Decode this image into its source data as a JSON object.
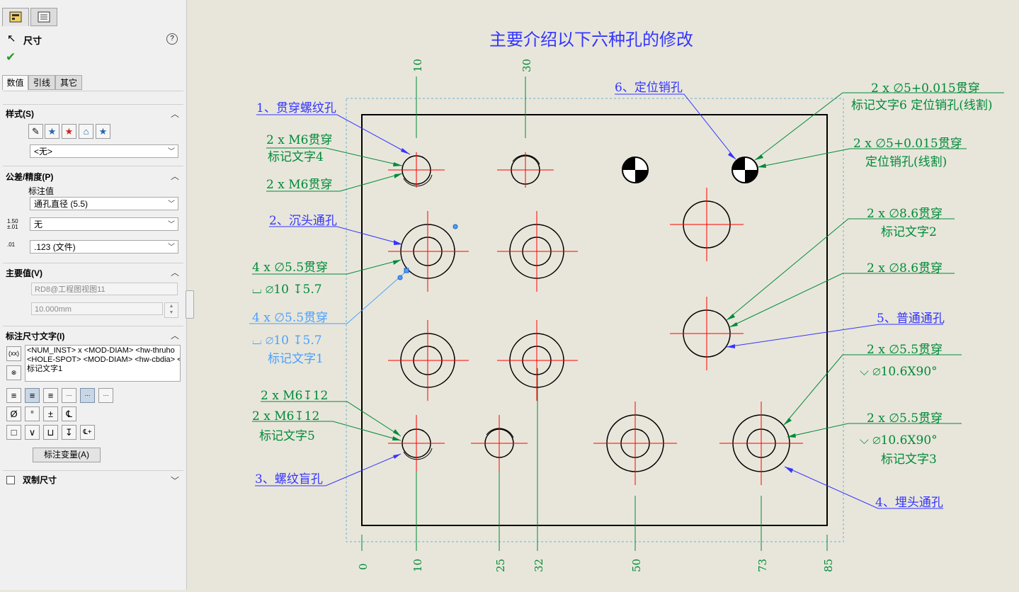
{
  "panel": {
    "title": "尺寸",
    "help_icon": "help-circle-icon",
    "confirm_icon": "checkmark-icon",
    "subtabs": [
      "数值",
      "引线",
      "其它"
    ],
    "style_section": {
      "title": "样式(S)",
      "select": "<无>"
    },
    "tolerance_section": {
      "title": "公差/精度(P)",
      "label": "标注值",
      "callout_select": "通孔直径 (5.5)",
      "tolerance_select": "无",
      "precision_select": ".123 (文件)",
      "tol_icon_text": "1.50",
      "tol_icon_sub": "±.01",
      "prec_icon_text": ".01"
    },
    "primary_section": {
      "title": "主要值(V)",
      "reference": "RD8@工程图视图11",
      "value": "10.000mm"
    },
    "dimtext_section": {
      "title": "标注尺寸文字(I)",
      "lines": [
        "<NUM_INST> x <MOD-DIAM> <hw-thruho",
        "<HOLE-SPOT> <MOD-DIAM> <hw-cbdia> <",
        "标记文字1"
      ]
    },
    "symbols_row1": [
      "Ø",
      "°",
      "±",
      "℄"
    ],
    "symbols_row2": [
      "□",
      "∨",
      "⊔",
      "↧",
      "℄+"
    ],
    "variables_button": "标注变量(A)",
    "dual_dimension": "双制尺寸"
  },
  "drawing": {
    "title": "主要介绍以下六种孔的修改",
    "top_dims": [
      "10",
      "30"
    ],
    "bottom_dims": [
      "0",
      "10",
      "25",
      "32",
      "50",
      "73",
      "85"
    ],
    "labels": {
      "l1": "1、贯穿螺纹孔",
      "l1_callout_a": "2 x M6贯穿",
      "l1_callout_a2": "标记文字4",
      "l1_callout_b": "2 x M6贯穿",
      "l2": "2、沉头通孔",
      "l2_callout_a": "4 x ∅5.5贯穿",
      "l2_callout_a2": "⌴ ∅10 ↧5.7",
      "l2_callout_b": "4 x ∅5.5贯穿",
      "l2_callout_b2": "⌴ ∅10 ↧5.7",
      "l2_callout_b3": "标记文字1",
      "l3_callout_a": "2 x M6↧12",
      "l3_callout_b": "2 x M6↧12",
      "l3_callout_b2": "标记文字5",
      "l3": "3、螺纹盲孔",
      "l6": "6、定位销孔",
      "l6_callout_a": "2 x ∅5+0.015贯穿",
      "l6_callout_a2": "标记文字6 定位销孔(线割)",
      "l6_callout_b": "2 x ∅5+0.015贯穿",
      "l6_callout_b2": "定位销孔(线割)",
      "l5_callout_a": "2 x ∅8.6贯穿",
      "l5_callout_a2": "标记文字2",
      "l5_callout_b": "2 x ∅8.6贯穿",
      "l5": "5、普通通孔",
      "l4_callout_a": "2 x ∅5.5贯穿",
      "l4_callout_a2": "⌵ ∅10.6X90°",
      "l4_callout_b": "2 x ∅5.5贯穿",
      "l4_callout_b2": "⌵ ∅10.6X90°",
      "l4_callout_b3": "标记文字3",
      "l4": "4、埋头通孔"
    },
    "colors": {
      "blue": "#2f2fff",
      "green": "#008a3a",
      "red": "#ff0000",
      "lightblue": "#4aa0ff",
      "dashed": "#6ab0d8"
    }
  }
}
